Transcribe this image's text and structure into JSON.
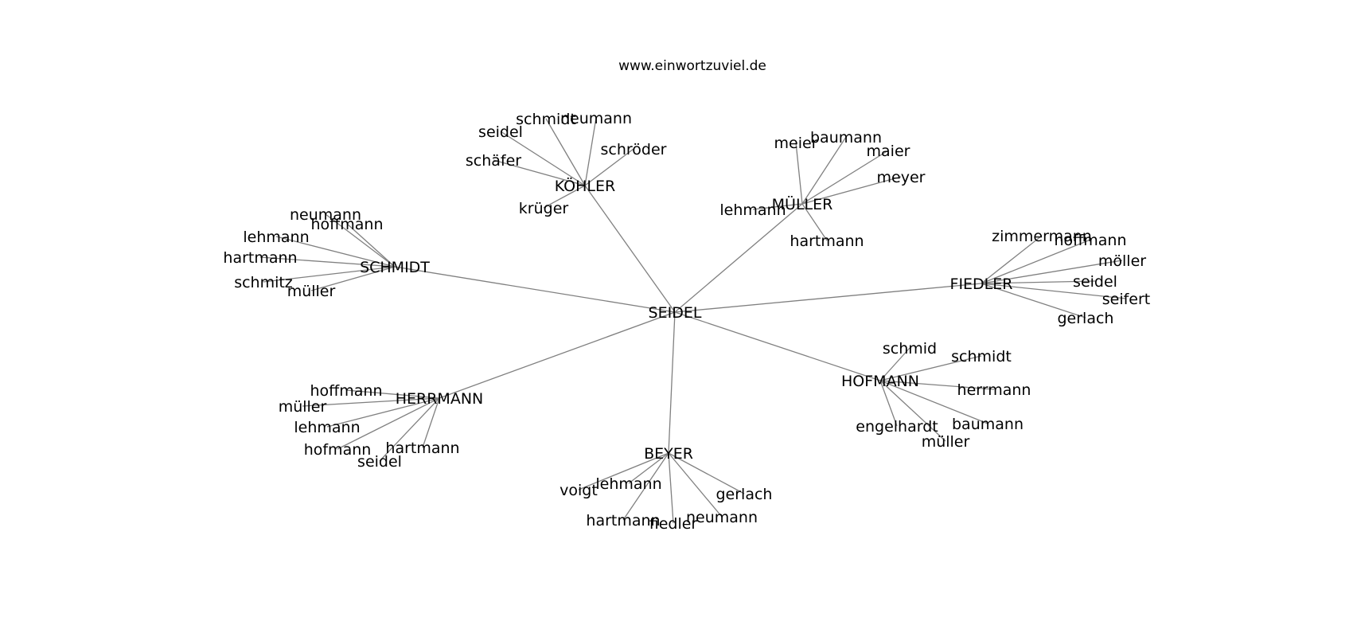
{
  "site_title": "www.einwortzuviel.de",
  "graph": {
    "center": "SEIDEL",
    "hubs": [
      {
        "name": "KÖHLER",
        "children": [
          "schmidt",
          "neumann",
          "seidel",
          "schröder",
          "schäfer",
          "krüger"
        ]
      },
      {
        "name": "MÜLLER",
        "children": [
          "meier",
          "baumann",
          "maier",
          "meyer",
          "lehmann",
          "hartmann"
        ]
      },
      {
        "name": "SCHMIDT",
        "children": [
          "neumann",
          "hoffmann",
          "lehmann",
          "hartmann",
          "schmitz",
          "müller"
        ]
      },
      {
        "name": "FIEDLER",
        "children": [
          "zimmermann",
          "hoffmann",
          "möller",
          "seidel",
          "seifert",
          "gerlach"
        ]
      },
      {
        "name": "HOFMANN",
        "children": [
          "schmid",
          "schmidt",
          "herrmann",
          "baumann",
          "engelhardt",
          "müller"
        ]
      },
      {
        "name": "HERRMANN",
        "children": [
          "hoffmann",
          "müller",
          "lehmann",
          "hofmann",
          "hartmann",
          "seidel"
        ]
      },
      {
        "name": "BEYER",
        "children": [
          "voigt",
          "lehmann",
          "hartmann",
          "fiedler",
          "neumann",
          "gerlach"
        ]
      }
    ]
  }
}
